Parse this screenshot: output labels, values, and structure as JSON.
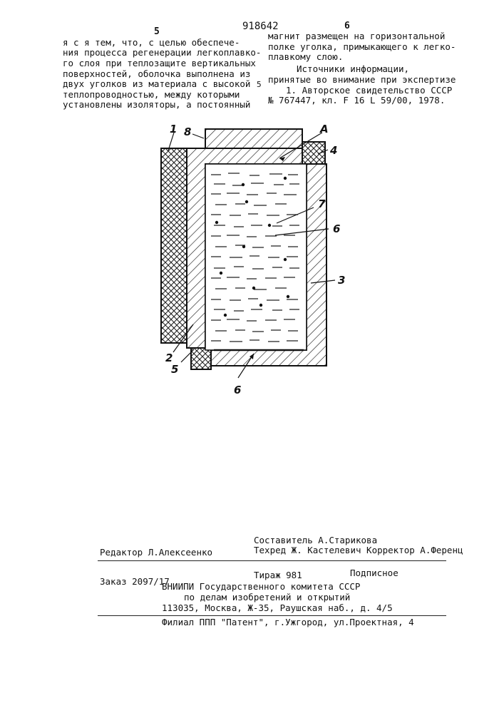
{
  "header": {
    "page_left": "5",
    "patent_number": "918642",
    "page_right": "6"
  },
  "left_column": [
    "я с я  тем, что, с целью обеспече-",
    "ния процесса регенерации легкоплавко-",
    "го слоя при теплозащите вертикальных",
    "поверхностей, оболочка выполнена из",
    "двух уголков из материала с высокой",
    "теплопроводностью, между которыми",
    "установлены изоляторы, а постоянный"
  ],
  "line_marker": "5",
  "right_column": [
    "магнит размещен на горизонтальной",
    "полке уголка, примыкающего к легко-",
    "плавкому слою.",
    "Источники информации,",
    "принятые во внимание при экспертизе",
    "1. Авторское свидетельство СССР",
    "№ 767447, кл. F 16 L 59/00, 1978."
  ],
  "figure_labels": {
    "l1": "1",
    "l8": "8",
    "lA": "A",
    "l4": "4",
    "l7": "7",
    "l6a": "6",
    "l3": "3",
    "l2": "2",
    "l5": "5",
    "l6b": "6"
  },
  "footer": {
    "compiler": "Составитель А.Старикова",
    "editor": "Редактор Л.Алексеенко",
    "techred_corrector": "Техред Ж. Кастелевич Корректор А.Ференц",
    "order": "Заказ 2097/17",
    "circulation": "Тираж 981",
    "subscription": "Подписное",
    "org_line1": "ВНИИПИ Государственного комитета СССР",
    "org_line2": "по делам изобретений и открытий",
    "org_line3": "113035, Москва, Ж-35, Раушская наб., д. 4/5",
    "branch": "Филиал ППП \"Патент\", г.Ужгород, ул.Проектная, 4"
  }
}
